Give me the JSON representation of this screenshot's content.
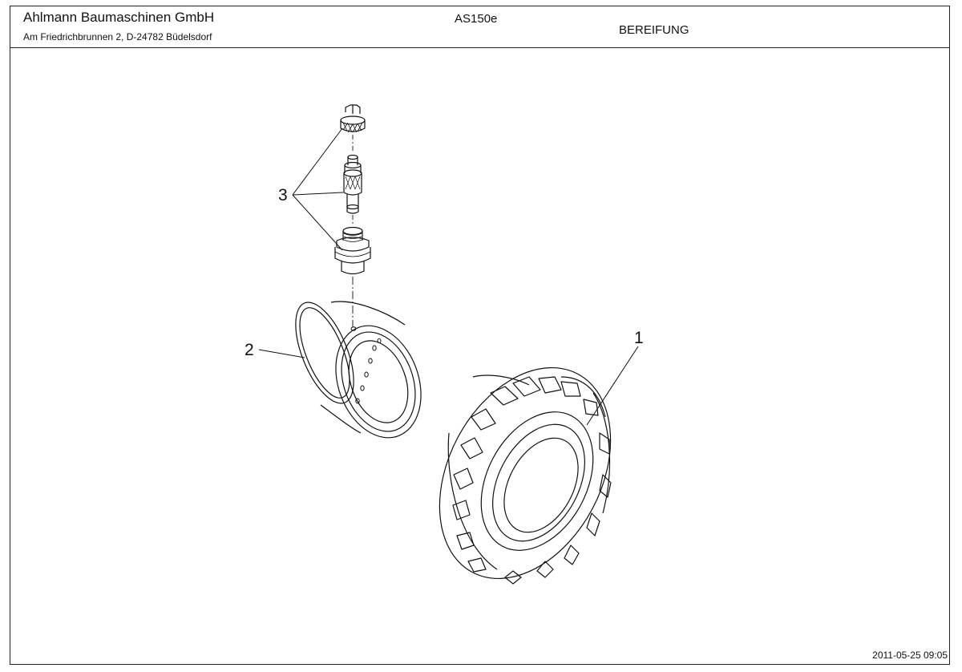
{
  "header": {
    "company": "Ahlmann Baumaschinen GmbH",
    "address": "Am Friedrichbrunnen 2,  D-24782 Büdelsdorf",
    "model": "AS150e",
    "section": "BEREIFUNG"
  },
  "callouts": [
    {
      "number": "1",
      "part": "tire"
    },
    {
      "number": "2",
      "part": "rim"
    },
    {
      "number": "3",
      "part": "valve"
    }
  ],
  "footer": {
    "timestamp": "2011-05-25 09:05"
  },
  "colors": {
    "line": "#111111",
    "background": "#ffffff"
  }
}
